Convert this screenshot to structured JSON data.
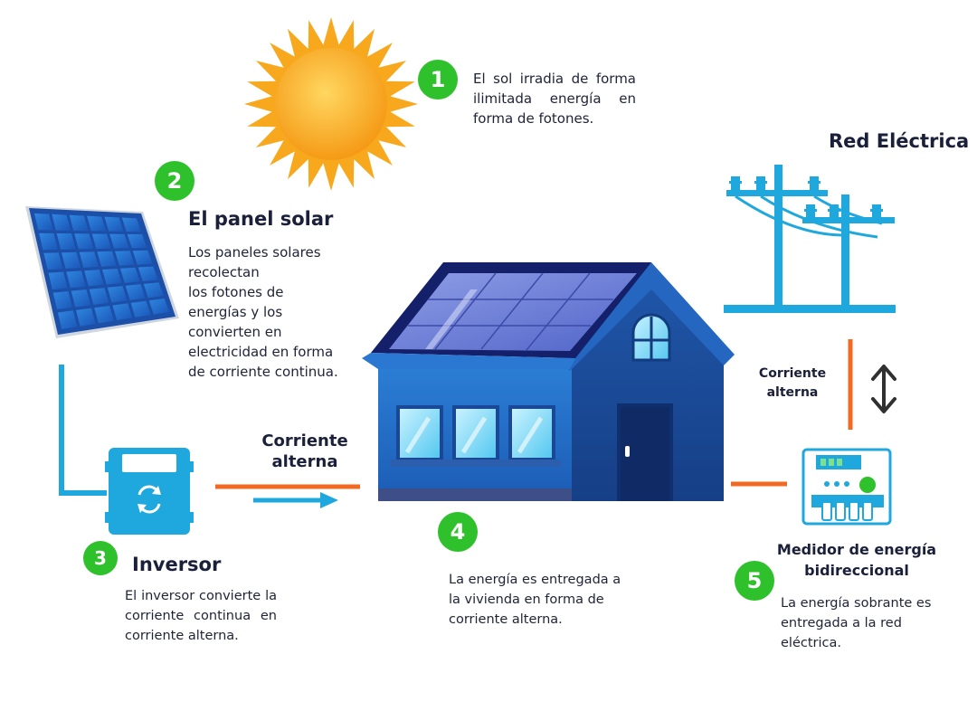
{
  "steps": [
    {
      "number": "1",
      "text": "El sol irradia de forma ilimitada energía en forma de fotones."
    },
    {
      "number": "2",
      "title": "El panel solar",
      "lines": [
        "Los paneles solares",
        "recolectan",
        "los fotones de",
        "energías y los",
        "convierten en",
        "electricidad en forma",
        "de corriente continua."
      ]
    },
    {
      "number": "3",
      "title": "Inversor",
      "text": "El inversor convierte la corriente continua en corriente alterna."
    },
    {
      "number": "4",
      "text": "La energía es entregada a la vivienda en forma de corriente alterna."
    },
    {
      "number": "5",
      "title_lines": [
        "Medidor de energía",
        "bidireccional"
      ],
      "text": "La energía sobrante es entregada a la red eléctrica."
    }
  ],
  "grid": {
    "title": "Red Eléctrica"
  },
  "flow_labels": {
    "inverter_to_house": [
      "Corriente",
      "alterna"
    ],
    "grid_to_meter": [
      "Corriente",
      "alterna"
    ]
  },
  "colors": {
    "badge": "#2ec12b",
    "wire_blue": "#1fa8dd",
    "wire_orange": "#f26a21",
    "sun": "#fbb118",
    "house": "#1d5fb8",
    "roof": "#17236a"
  },
  "icons": [
    "sun-icon",
    "solar-panel-icon",
    "inverter-icon",
    "house-icon",
    "power-pole-icon",
    "energy-meter-icon",
    "bidirectional-arrow-icon"
  ]
}
